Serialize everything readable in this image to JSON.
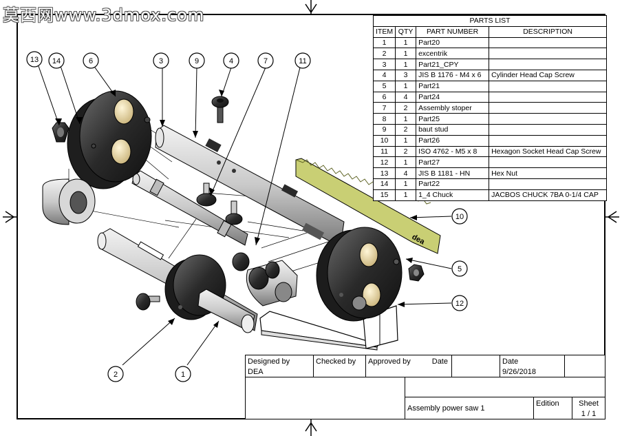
{
  "watermark": "莫西网www.3dmox.com",
  "parts_list": {
    "title": "PARTS LIST",
    "headers": {
      "item": "ITEM",
      "qty": "QTY",
      "part_number": "PART NUMBER",
      "description": "DESCRIPTION"
    },
    "rows": [
      {
        "item": "1",
        "qty": "1",
        "part_number": "Part20",
        "description": ""
      },
      {
        "item": "2",
        "qty": "1",
        "part_number": "excentrik",
        "description": ""
      },
      {
        "item": "3",
        "qty": "1",
        "part_number": "Part21_CPY",
        "description": ""
      },
      {
        "item": "4",
        "qty": "3",
        "part_number": "JIS B 1176 - M4 x 6",
        "description": "Cylinder Head Cap Screw"
      },
      {
        "item": "5",
        "qty": "1",
        "part_number": "Part21",
        "description": ""
      },
      {
        "item": "6",
        "qty": "4",
        "part_number": "Part24",
        "description": ""
      },
      {
        "item": "7",
        "qty": "2",
        "part_number": "Assembly stoper",
        "description": ""
      },
      {
        "item": "8",
        "qty": "1",
        "part_number": "Part25",
        "description": ""
      },
      {
        "item": "9",
        "qty": "2",
        "part_number": "baut stud",
        "description": ""
      },
      {
        "item": "10",
        "qty": "1",
        "part_number": "Part26",
        "description": ""
      },
      {
        "item": "11",
        "qty": "2",
        "part_number": "ISO 4762 - M5 x 8",
        "description": "Hexagon Socket Head Cap Screw"
      },
      {
        "item": "12",
        "qty": "1",
        "part_number": "Part27",
        "description": ""
      },
      {
        "item": "13",
        "qty": "4",
        "part_number": "JIS B 1181 - HN",
        "description": "Hex Nut"
      },
      {
        "item": "14",
        "qty": "1",
        "part_number": "Part22",
        "description": ""
      },
      {
        "item": "15",
        "qty": "1",
        "part_number": "1_4 Chuck",
        "description": "JACBOS CHUCK 7BA 0-1/4 CAP"
      }
    ]
  },
  "title_block": {
    "designed_by_label": "Designed by",
    "designed_by_value": "DEA",
    "checked_by_label": "Checked by",
    "approved_by_label": "Approved by",
    "date_label_1": "Date",
    "date_label_2": "Date",
    "date_value": "9/26/2018",
    "drawing_title": "Assembly power saw 1",
    "edition_label": "Edition",
    "sheet_label": "Sheet",
    "sheet_value": "1 / 1"
  },
  "blade_text": "dea",
  "balloons": [
    "13",
    "14",
    "6",
    "3",
    "9",
    "4",
    "7",
    "11",
    "10",
    "5",
    "12",
    "2",
    "1"
  ]
}
